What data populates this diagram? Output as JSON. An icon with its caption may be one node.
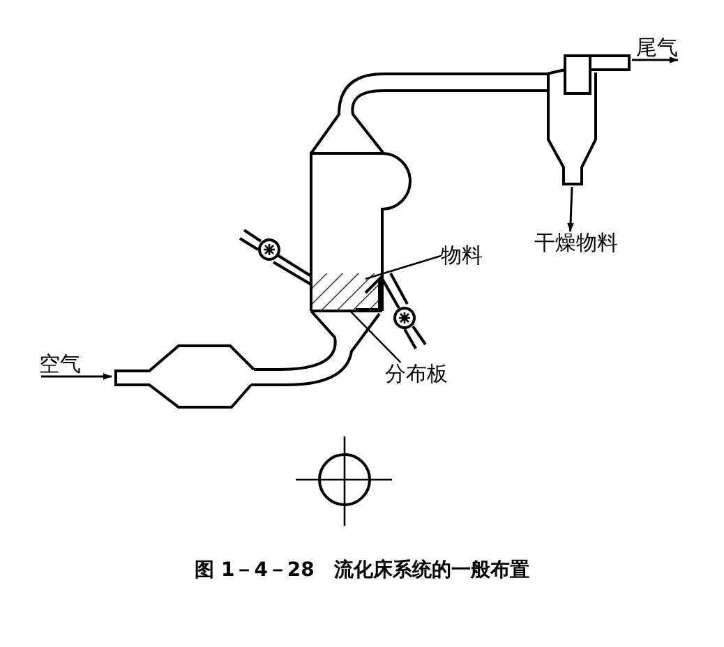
{
  "diagram": {
    "caption": "图 1－4－28　流化床系统的一般布置",
    "nodes": [
      {
        "text": [
          "空气"
        ]
      },
      {
        "text": [
          "尾气"
        ]
      },
      {
        "text": [
          "干燥物料"
        ]
      },
      {
        "text": [
          "物料"
        ]
      },
      {
        "text": [
          "分布板"
        ]
      }
    ],
    "edges": [
      {
        "from": 0,
        "to": null,
        "arrow": "to"
      },
      {
        "from": null,
        "to": 1,
        "arrow": "to"
      },
      {
        "from": null,
        "to": 2,
        "arrow": "to"
      },
      {
        "from": 3,
        "to": null,
        "arrow": "none"
      },
      {
        "from": 4,
        "to": null,
        "arrow": "none"
      }
    ]
  }
}
